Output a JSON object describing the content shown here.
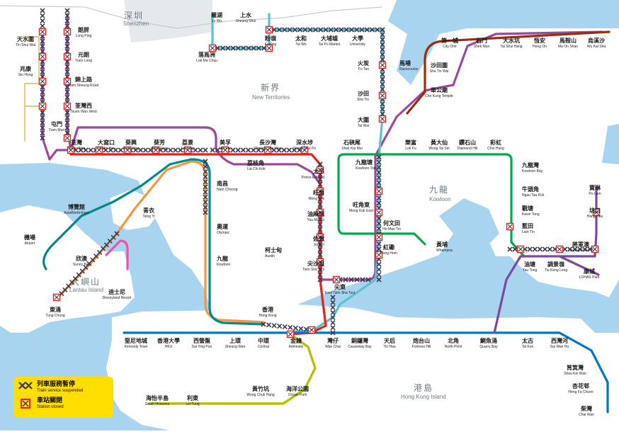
{
  "legend": {
    "suspended": {
      "zh": "列車服務暫停",
      "en": "Train service suspended"
    },
    "closed": {
      "zh": "車站關閉",
      "en": "Station closed"
    }
  },
  "areas": {
    "shenzhen": {
      "zh": "深圳",
      "en": "Shenzhen"
    },
    "new_territories": {
      "zh": "新界",
      "en": "New Territories"
    },
    "kowloon": {
      "zh": "九龍",
      "en": "Kowloon"
    },
    "lantau": {
      "zh": "大嶼山",
      "en": "Lantau Island"
    },
    "hk_island": {
      "zh": "港島",
      "en": "Hong Kong Island"
    }
  },
  "colors": {
    "sea": "#a9d4f0",
    "land": "#ffffff",
    "suspended_mark": "#3b3b4f",
    "closed_mark": "#e2231a",
    "tuen_ma": "#9a4a9c",
    "east_rail": "#5ac2d0",
    "kwun_tong": "#00ab4e",
    "tsuen_wan": "#e2231a",
    "island": "#0075c2",
    "south_island": "#b5bd00",
    "tseung_kwan_o": "#7d499d",
    "tung_chung": "#f7943e",
    "airport_express": "#00888a",
    "disneyland": "#f550a6",
    "ma_on_shan": "#923011"
  },
  "stations": [
    {
      "zh": "羅湖",
      "en": "Lo Wu"
    },
    {
      "zh": "上水",
      "en": "Sheung Shui"
    },
    {
      "zh": "粉嶺",
      "en": "Fanling"
    },
    {
      "zh": "太和",
      "en": "Tai Wo"
    },
    {
      "zh": "大埔墟",
      "en": "Tai Po Market"
    },
    {
      "zh": "大學",
      "en": "University"
    },
    {
      "zh": "落馬洲",
      "en": "Lok Ma Chau"
    },
    {
      "zh": "火炭",
      "en": "Fo Tan"
    },
    {
      "zh": "馬場",
      "en": "Racecourse"
    },
    {
      "zh": "沙田",
      "en": "Sha Tin"
    },
    {
      "zh": "大圍",
      "en": "Tai Wai"
    },
    {
      "zh": "天水圍",
      "en": "Tin Shui Wai"
    },
    {
      "zh": "朗屏",
      "en": "Long Ping"
    },
    {
      "zh": "元朗",
      "en": "Yuen Long"
    },
    {
      "zh": "兆康",
      "en": "Siu Hong"
    },
    {
      "zh": "錦上路",
      "en": "Kam Sheung Road"
    },
    {
      "zh": "荃灣西",
      "en": "Tsuen Wan West"
    },
    {
      "zh": "屯門",
      "en": "Tuen Mun"
    },
    {
      "zh": "荃灣",
      "en": "Tsuen Wan"
    },
    {
      "zh": "大窩口",
      "en": "Tai Wo Hau"
    },
    {
      "zh": "葵興",
      "en": "Kwai Hing"
    },
    {
      "zh": "葵芳",
      "en": "Kwai Fong"
    },
    {
      "zh": "荔景",
      "en": "Lai King"
    },
    {
      "zh": "美孚",
      "en": "Mei Foo"
    },
    {
      "zh": "長沙灣",
      "en": "Cheung Sha Wan"
    },
    {
      "zh": "深水埗",
      "en": "Sham Shui Po"
    },
    {
      "zh": "石硤尾",
      "en": "Shek Kip Mei"
    },
    {
      "zh": "荔枝角",
      "en": "Lai Chi Kok"
    },
    {
      "zh": "南昌",
      "en": "Nam Cheong"
    },
    {
      "zh": "太子",
      "en": "Prince Edward"
    },
    {
      "zh": "旺角",
      "en": "Mong Kok"
    },
    {
      "zh": "油麻地",
      "en": "Yau Ma Tei"
    },
    {
      "zh": "佐敦",
      "en": "Jordan"
    },
    {
      "zh": "尖沙咀",
      "en": "Tsim Sha Tsui"
    },
    {
      "zh": "尖東",
      "en": "East Tsim Sha Tsui"
    },
    {
      "zh": "九龍塘",
      "en": "Kowloon Tong"
    },
    {
      "zh": "旺角東",
      "en": "Mong Kok East"
    },
    {
      "zh": "何文田",
      "en": "Ho Man Tin"
    },
    {
      "zh": "紅磡",
      "en": "Hung Hom"
    },
    {
      "zh": "黃埔",
      "en": "Whampoa"
    },
    {
      "zh": "樂富",
      "en": "Lok Fu"
    },
    {
      "zh": "黃大仙",
      "en": "Wong Tai Sin"
    },
    {
      "zh": "鑽石山",
      "en": "Diamond Hill"
    },
    {
      "zh": "彩虹",
      "en": "Choi Hung"
    },
    {
      "zh": "九龍灣",
      "en": "Kowloon Bay"
    },
    {
      "zh": "牛頭角",
      "en": "Ngau Tau Kok"
    },
    {
      "zh": "觀塘",
      "en": "Kwun Tong"
    },
    {
      "zh": "藍田",
      "en": "Lam Tin"
    },
    {
      "zh": "油塘",
      "en": "Yau Tong"
    },
    {
      "zh": "調景嶺",
      "en": "Tiu Keng Leng"
    },
    {
      "zh": "將軍澳",
      "en": "Tseung Kwan O"
    },
    {
      "zh": "康城",
      "en": "LOHAS Park"
    },
    {
      "zh": "寶琳",
      "en": "Po Lam"
    },
    {
      "zh": "坑口",
      "en": "Hang Hau"
    },
    {
      "zh": "奧運",
      "en": "Olympic"
    },
    {
      "zh": "九龍",
      "en": "Kowloon"
    },
    {
      "zh": "柯士甸",
      "en": "Austin"
    },
    {
      "zh": "青衣",
      "en": "Tsing Yi"
    },
    {
      "zh": "博覽館",
      "en": "AsiaWorld-Expo"
    },
    {
      "zh": "機場",
      "en": "Airport"
    },
    {
      "zh": "欣澳",
      "en": "Sunny Bay"
    },
    {
      "zh": "迪士尼",
      "en": "Disneyland Resort"
    },
    {
      "zh": "東涌",
      "en": "Tung Chung"
    },
    {
      "zh": "香港",
      "en": "Hong Kong"
    },
    {
      "zh": "堅尼地城",
      "en": "Kennedy Town"
    },
    {
      "zh": "香港大學",
      "en": "HKU"
    },
    {
      "zh": "西營盤",
      "en": "Sai Ying Pun"
    },
    {
      "zh": "上環",
      "en": "Sheung Wan"
    },
    {
      "zh": "中環",
      "en": "Central"
    },
    {
      "zh": "金鐘",
      "en": "Admiralty"
    },
    {
      "zh": "灣仔",
      "en": "Wan Chai"
    },
    {
      "zh": "銅鑼灣",
      "en": "Causeway Bay"
    },
    {
      "zh": "天后",
      "en": "Tin Hau"
    },
    {
      "zh": "炮台山",
      "en": "Fortress Hill"
    },
    {
      "zh": "北角",
      "en": "North Point"
    },
    {
      "zh": "鰂魚涌",
      "en": "Quarry Bay"
    },
    {
      "zh": "太古",
      "en": "Tai Koo"
    },
    {
      "zh": "西灣河",
      "en": "Sai Wan Ho"
    },
    {
      "zh": "筲箕灣",
      "en": "Shau Kei Wan"
    },
    {
      "zh": "杏花邨",
      "en": "Heng Fa Chuen"
    },
    {
      "zh": "柴灣",
      "en": "Chai Wan"
    },
    {
      "zh": "海洋公園",
      "en": "Ocean Park"
    },
    {
      "zh": "黃竹坑",
      "en": "Wong Chuk Hang"
    },
    {
      "zh": "利東",
      "en": "Lei Tung"
    },
    {
      "zh": "海怡半島",
      "en": "South Horizons"
    },
    {
      "zh": "車公廟",
      "en": "Che Kung Temple"
    },
    {
      "zh": "沙田圍",
      "en": "Sha Tin Wai"
    },
    {
      "zh": "第一城",
      "en": "City One"
    },
    {
      "zh": "石門",
      "en": "Shek Mun"
    },
    {
      "zh": "大水坑",
      "en": "Tai Shui Hang"
    },
    {
      "zh": "恆安",
      "en": "Heng On"
    },
    {
      "zh": "馬鞍山",
      "en": "Ma On Shan"
    },
    {
      "zh": "烏溪沙",
      "en": "Wu Kai Sha"
    }
  ]
}
